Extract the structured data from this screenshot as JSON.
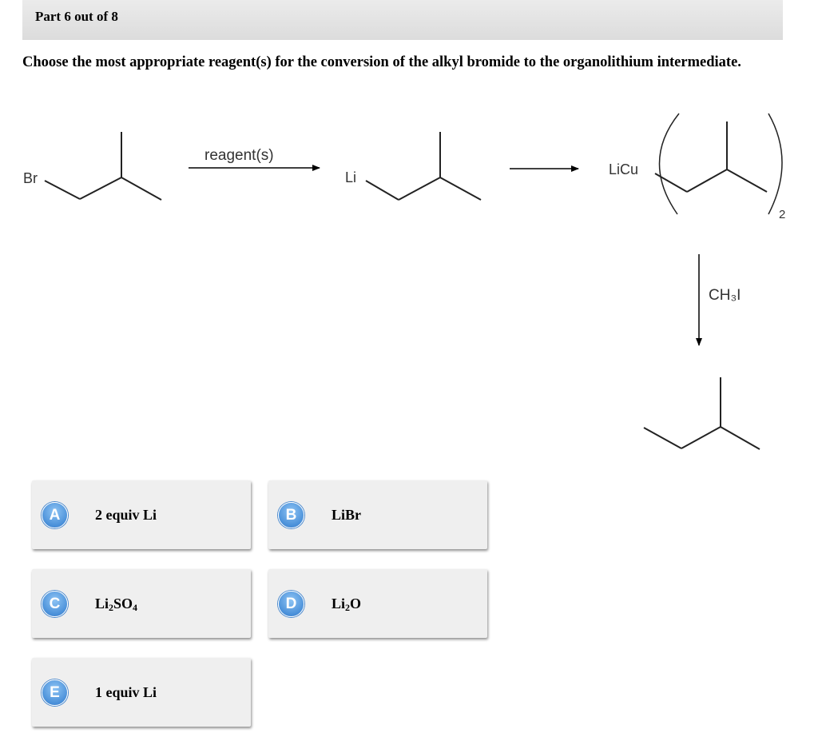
{
  "header": {
    "part": "Part 6 out of 8"
  },
  "question": "Choose the most appropriate reagent(s) for the conversion of the alkyl bromide to the organolithium intermediate.",
  "scheme": {
    "start_label": "Br",
    "arrow1_label": "reagent(s)",
    "intermediate_label": "Li",
    "cuprate_label": "LiCu",
    "cuprate_subscript": "2",
    "arrow3_label": "CH₃I"
  },
  "choices": [
    {
      "letter": "A",
      "parts": [
        "2 equiv Li"
      ]
    },
    {
      "letter": "B",
      "parts": [
        "LiBr"
      ]
    },
    {
      "letter": "C",
      "parts": [
        "Li",
        "2",
        "SO",
        "4"
      ]
    },
    {
      "letter": "D",
      "parts": [
        "Li",
        "2",
        "O"
      ]
    },
    {
      "letter": "E",
      "parts": [
        "1 equiv Li"
      ]
    }
  ],
  "colors": {
    "badge": "#4a90d9",
    "card": "#efefef",
    "header": "#e2e2e2"
  }
}
